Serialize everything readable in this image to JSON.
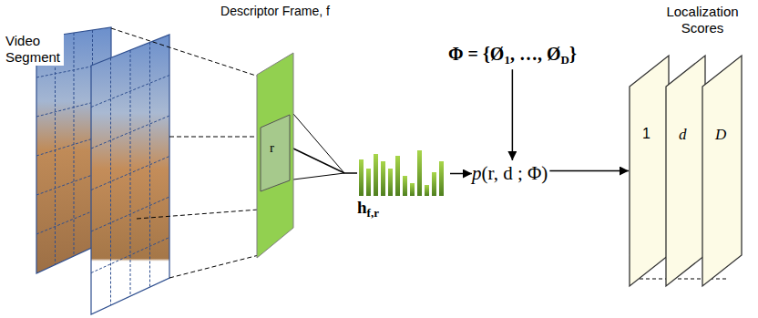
{
  "diagram": {
    "nodes": [
      {
        "text": [
          "Descriptor Frame, f",
          "r"
        ]
      },
      {
        "text": [
          "h",
          "f,r"
        ]
      },
      {
        "text": [
          "Φ = {Ø",
          "1",
          ", …, Ø",
          "D",
          "}"
        ]
      },
      {
        "text": [
          "p",
          "(r, d ; Φ)"
        ]
      },
      {
        "text": [
          "1"
        ]
      },
      {
        "text": [
          "d"
        ]
      },
      {
        "text": [
          "D"
        ]
      }
    ],
    "edges": [
      {
        "from": 0,
        "to": 1,
        "arrow": "none"
      },
      {
        "from": 1,
        "to": 3,
        "arrow": "to"
      },
      {
        "from": 2,
        "to": 3,
        "arrow": "to"
      },
      {
        "from": 3,
        "to": 4,
        "arrow": "to"
      }
    ],
    "labels": [
      "Video Segment",
      "Localization Scores"
    ]
  }
}
